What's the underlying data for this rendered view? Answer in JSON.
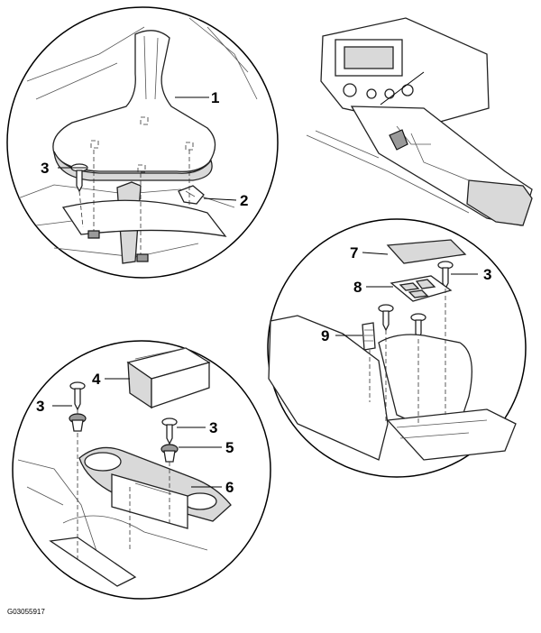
{
  "diagram": {
    "reference_code": "G03055917",
    "callouts": {
      "c1": "1",
      "c2": "2",
      "c3a": "3",
      "c3b": "3",
      "c3c": "3",
      "c3d": "3",
      "c4": "4",
      "c5": "5",
      "c6": "6",
      "c7": "7",
      "c8": "8",
      "c9": "9"
    }
  }
}
